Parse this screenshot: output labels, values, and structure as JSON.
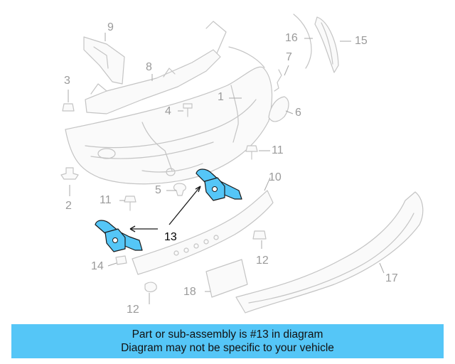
{
  "banner": {
    "line1": "Part or sub-assembly is #13 in diagram",
    "line2": "Diagram may not be specific to your vehicle"
  },
  "callouts": {
    "c1": "1",
    "c2": "2",
    "c3": "3",
    "c4": "4",
    "c5": "5",
    "c6": "6",
    "c7": "7",
    "c8": "8",
    "c9": "9",
    "c10": "10",
    "c11a": "11",
    "c11b": "11",
    "c12a": "12",
    "c12b": "12",
    "c13": "13",
    "c14": "14",
    "c15": "15",
    "c16": "16",
    "c17": "17",
    "c18": "18"
  },
  "colors": {
    "highlight": "#55c6f7",
    "ghost_lines": "#c4c4c4",
    "callout_text": "#9a9a9a"
  }
}
